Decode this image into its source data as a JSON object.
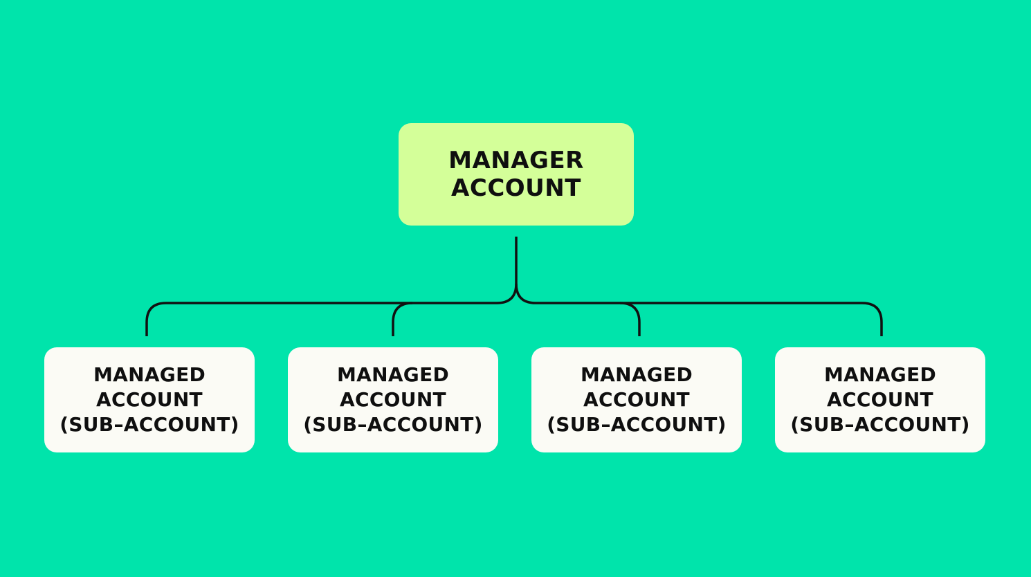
{
  "colors": {
    "background": "#00E4AB",
    "manager_fill": "#D4FF99",
    "managed_fill": "#FBFBF5",
    "connector": "#111111",
    "text": "#0f0f0f"
  },
  "manager": {
    "line1": "MANAGER",
    "line2": "ACCOUNT"
  },
  "managed_accounts": [
    {
      "line1": "MANAGED",
      "line2": "ACCOUNT",
      "line3": "(SUB–ACCOUNT)"
    },
    {
      "line1": "MANAGED",
      "line2": "ACCOUNT",
      "line3": "(SUB–ACCOUNT)"
    },
    {
      "line1": "MANAGED",
      "line2": "ACCOUNT",
      "line3": "(SUB–ACCOUNT)"
    },
    {
      "line1": "MANAGED",
      "line2": "ACCOUNT",
      "line3": "(SUB–ACCOUNT)"
    }
  ]
}
